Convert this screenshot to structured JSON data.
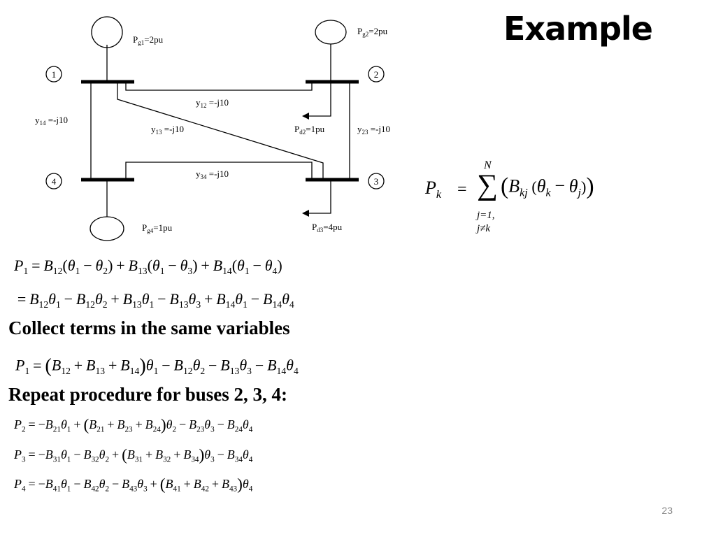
{
  "slide": {
    "title": "Example",
    "page_number": "23",
    "heading_collect": "Collect terms in the same variables",
    "heading_repeat": "Repeat procedure for buses 2, 3, 4:"
  },
  "diagram": {
    "bus_labels": [
      "1",
      "2",
      "3",
      "4"
    ],
    "generators": [
      {
        "label_main": "P",
        "label_sub": "g1",
        "label_val": "=2pu"
      },
      {
        "label_main": "P",
        "label_sub": "g2",
        "label_val": "=2pu"
      },
      {
        "label_main": "P",
        "label_sub": "g4",
        "label_val": "=1pu"
      }
    ],
    "loads": [
      {
        "label_main": "P",
        "label_sub": "d2",
        "label_val": "=1pu"
      },
      {
        "label_main": "P",
        "label_sub": "d3",
        "label_val": "=4pu"
      }
    ],
    "lines": [
      {
        "label_main": "y",
        "label_sub": "12",
        "label_val": " =-j10"
      },
      {
        "label_main": "y",
        "label_sub": "13",
        "label_val": " =-j10"
      },
      {
        "label_main": "y",
        "label_sub": "14",
        "label_val": " =-j10"
      },
      {
        "label_main": "y",
        "label_sub": "23",
        "label_val": " =-j10"
      },
      {
        "label_main": "y",
        "label_sub": "34",
        "label_val": " =-j10"
      }
    ]
  },
  "formula": {
    "lhs": "P",
    "lhs_sub": "k",
    "sigma": "∑",
    "upper_limit": "N",
    "lower_limit_1": "j=1,",
    "lower_limit_2": "j≠k"
  }
}
